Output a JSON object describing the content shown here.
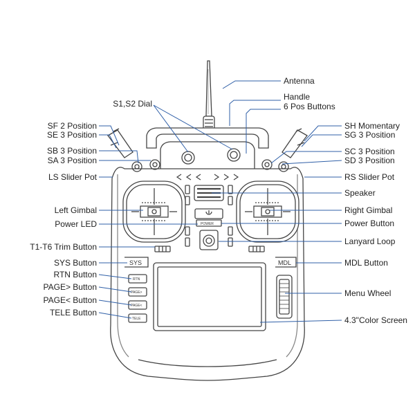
{
  "colors": {
    "leader": "#2f5fa7",
    "outline": "#444444",
    "label": "#222222"
  },
  "body_text": {
    "sys_tab": "SYS",
    "mdl_tab": "MDL",
    "btn_rtn": "RTN",
    "btn_page_next": "PAGE>",
    "btn_page_prev": "PAGE<",
    "btn_tele": "TELE",
    "power_badge": "POWER"
  },
  "labels": {
    "antenna": "Antenna",
    "handle": "Handle",
    "six_pos": "6 Pos Buttons",
    "s1s2": "S1,S2 Dial",
    "sf": "SF 2 Position",
    "se": "SE 3 Position",
    "sb": "SB 3 Position",
    "sa": "SA 3 Position",
    "ls": "LS Slider Pot",
    "left_gimbal": "Left Gimbal",
    "power_led": "Power LED",
    "trim": "T1-T6 Trim Button",
    "sys": "SYS Button",
    "rtn": "RTN Button",
    "page_next": "PAGE> Button",
    "page_prev": "PAGE< Button",
    "tele": "TELE Button",
    "sh": "SH Momentary",
    "sg": "SG 3 Position",
    "sc": "SC 3 Position",
    "sd": "SD 3 Position",
    "rs": "RS Slider Pot",
    "speaker": "Speaker",
    "right_gimbal": "Right Gimbal",
    "power_button": "Power Button",
    "lanyard": "Lanyard Loop",
    "mdl": "MDL Button",
    "menu_wheel": "Menu Wheel",
    "screen": "4.3\"Color Screen"
  }
}
